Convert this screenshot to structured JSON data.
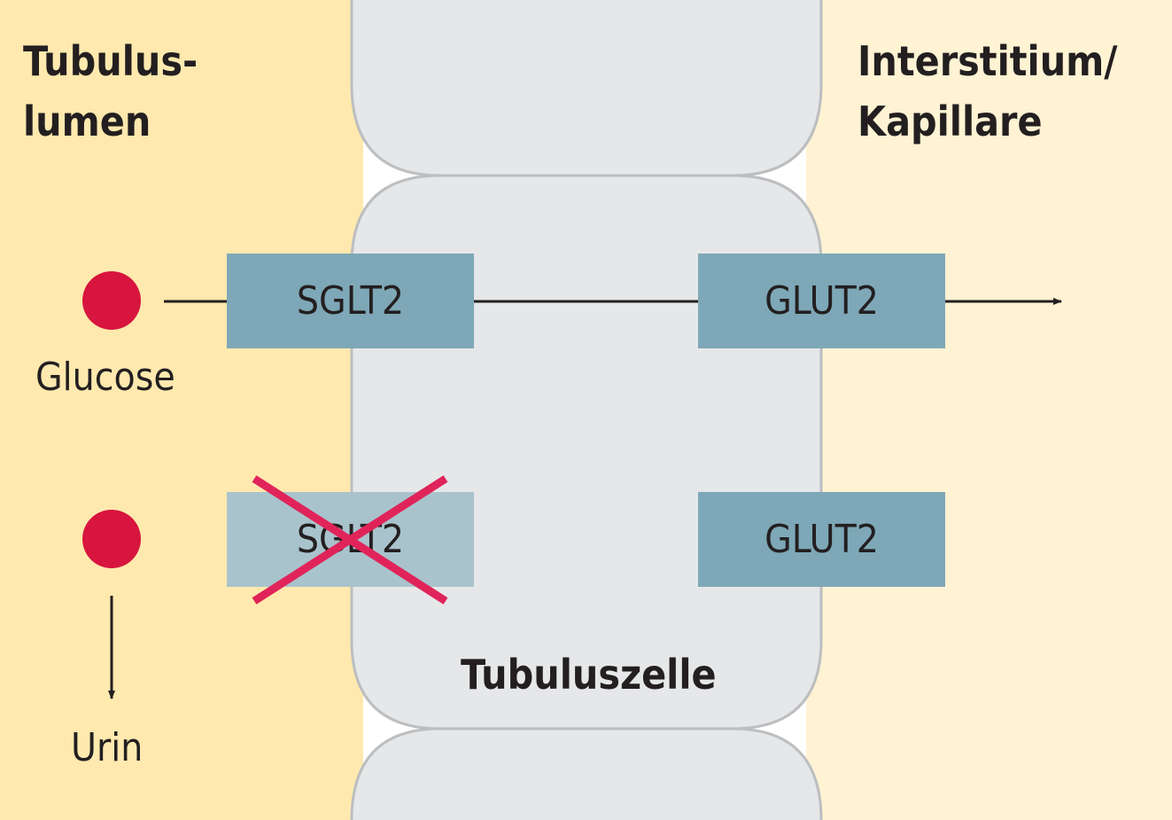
{
  "regions": {
    "lumen_title_line1": "Tubulus-",
    "lumen_title_line2": "lumen",
    "interstitium_title_line1": "Interstitium/",
    "interstitium_title_line2": "Kapillare",
    "cell_label": "Tubuluszelle"
  },
  "row_active": {
    "molecule_label": "Glucose",
    "transporter_apical": "SGLT2",
    "transporter_basolateral": "GLUT2"
  },
  "row_blocked": {
    "molecule_label": "Urin",
    "transporter_apical": "SGLT2",
    "transporter_basolateral": "GLUT2"
  },
  "colors": {
    "lumen_bg": "#ffe9ae",
    "interstitium_bg": "#fff3d4",
    "cell_fill": "#e6e7e9",
    "cell_stroke": "#bcbec0",
    "transporter": "#7ea8b7",
    "transporter_blocked": "#a9c3cc",
    "glucose": "#d7153f",
    "block_cross": "#e0245a",
    "line": "#231f20"
  }
}
